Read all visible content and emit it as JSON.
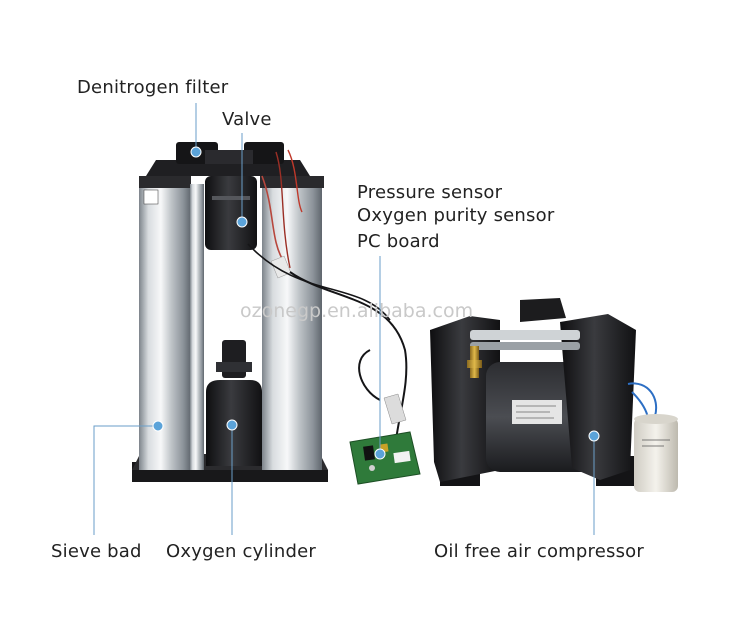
{
  "labels": {
    "denitrogen_filter": "Denitrogen filter",
    "valve": "Valve",
    "pressure_sensor": "Pressure sensor",
    "oxygen_purity_sensor": "Oxygen purity sensor",
    "pc_board": "PC board",
    "sieve_bed": "Sieve bad",
    "oxygen_cylinder": "Oxygen cylinder",
    "oil_free_air_compressor": "Oil free air compressor"
  },
  "watermark": "ozonegp.en.alibaba.com",
  "colors": {
    "leader_line": "#6a9ec8",
    "leader_dot": "#5ba3d9",
    "text": "#222222",
    "metal_light": "#e9ecee",
    "metal_dark": "#8a9096",
    "plastic_black": "#1c1c1e",
    "pcb_green": "#2f7a3a",
    "wire_red": "#c0392b",
    "capacitor": "#e8e6df"
  }
}
